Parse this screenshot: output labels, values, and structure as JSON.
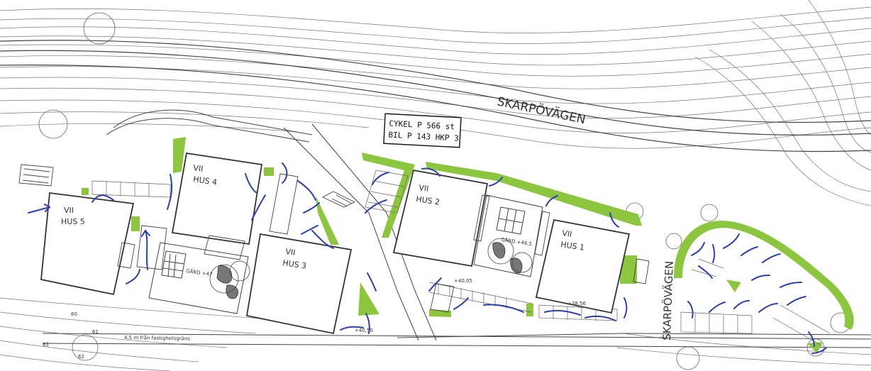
{
  "map": {
    "road_name_top": "SKARPÖVÄGEN",
    "road_name_vertical": "SKARPÖVÄGEN",
    "parking_box": {
      "line1": "CYKEL P 566 st",
      "line2": "BIL P 143 HKP 3"
    },
    "buildings": [
      {
        "storeys": "VII",
        "name": "HUS 5"
      },
      {
        "storeys": "VII",
        "name": "HUS 4"
      },
      {
        "storeys": "VII",
        "name": "HUS 3"
      },
      {
        "storeys": "VII",
        "name": "HUS 2"
      },
      {
        "storeys": "VII",
        "name": "HUS 1"
      }
    ],
    "courtyards": [
      {
        "label": "GÅRD +47"
      },
      {
        "label": "GÅRD +46,5"
      }
    ],
    "elevations": [
      "+40,50",
      "+40,05",
      "+38,56"
    ],
    "property_note": "4,5 m från fastighetsgräns",
    "contour_labels": [
      "60",
      "63",
      "61",
      "62"
    ],
    "colors": {
      "green_area": "#8cc63f",
      "runoff_arrow": "#2a3fb5",
      "linework": "#555555",
      "building_outline": "#333333"
    }
  }
}
